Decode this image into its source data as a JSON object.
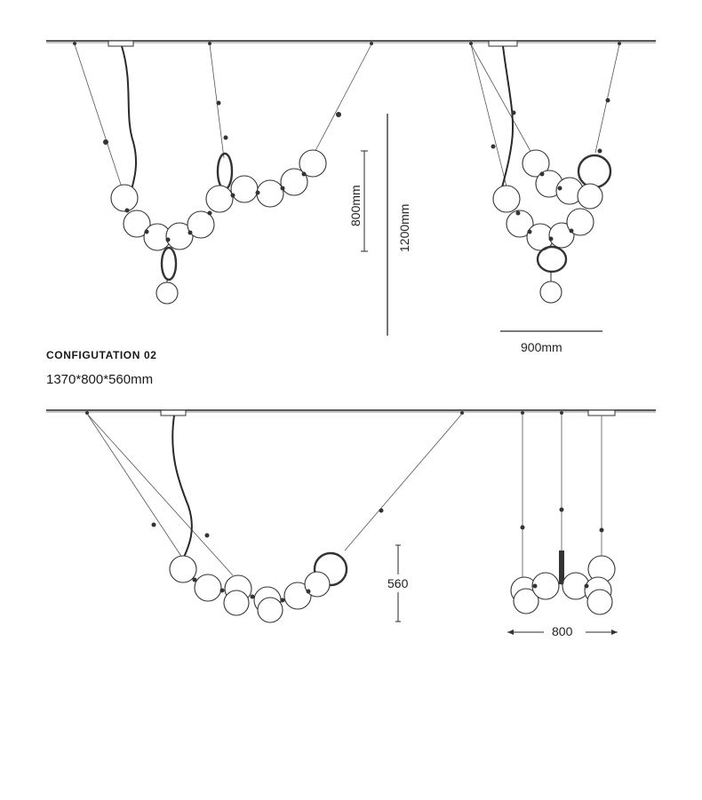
{
  "config": {
    "title": "CONFIGUTATION 02",
    "dimensions": "1370*800*560mm"
  },
  "labels": {
    "top_height_inner": "800mm",
    "top_height_total": "1200mm",
    "top_width": "900mm",
    "bottom_height": "560",
    "bottom_width": "800"
  }
}
